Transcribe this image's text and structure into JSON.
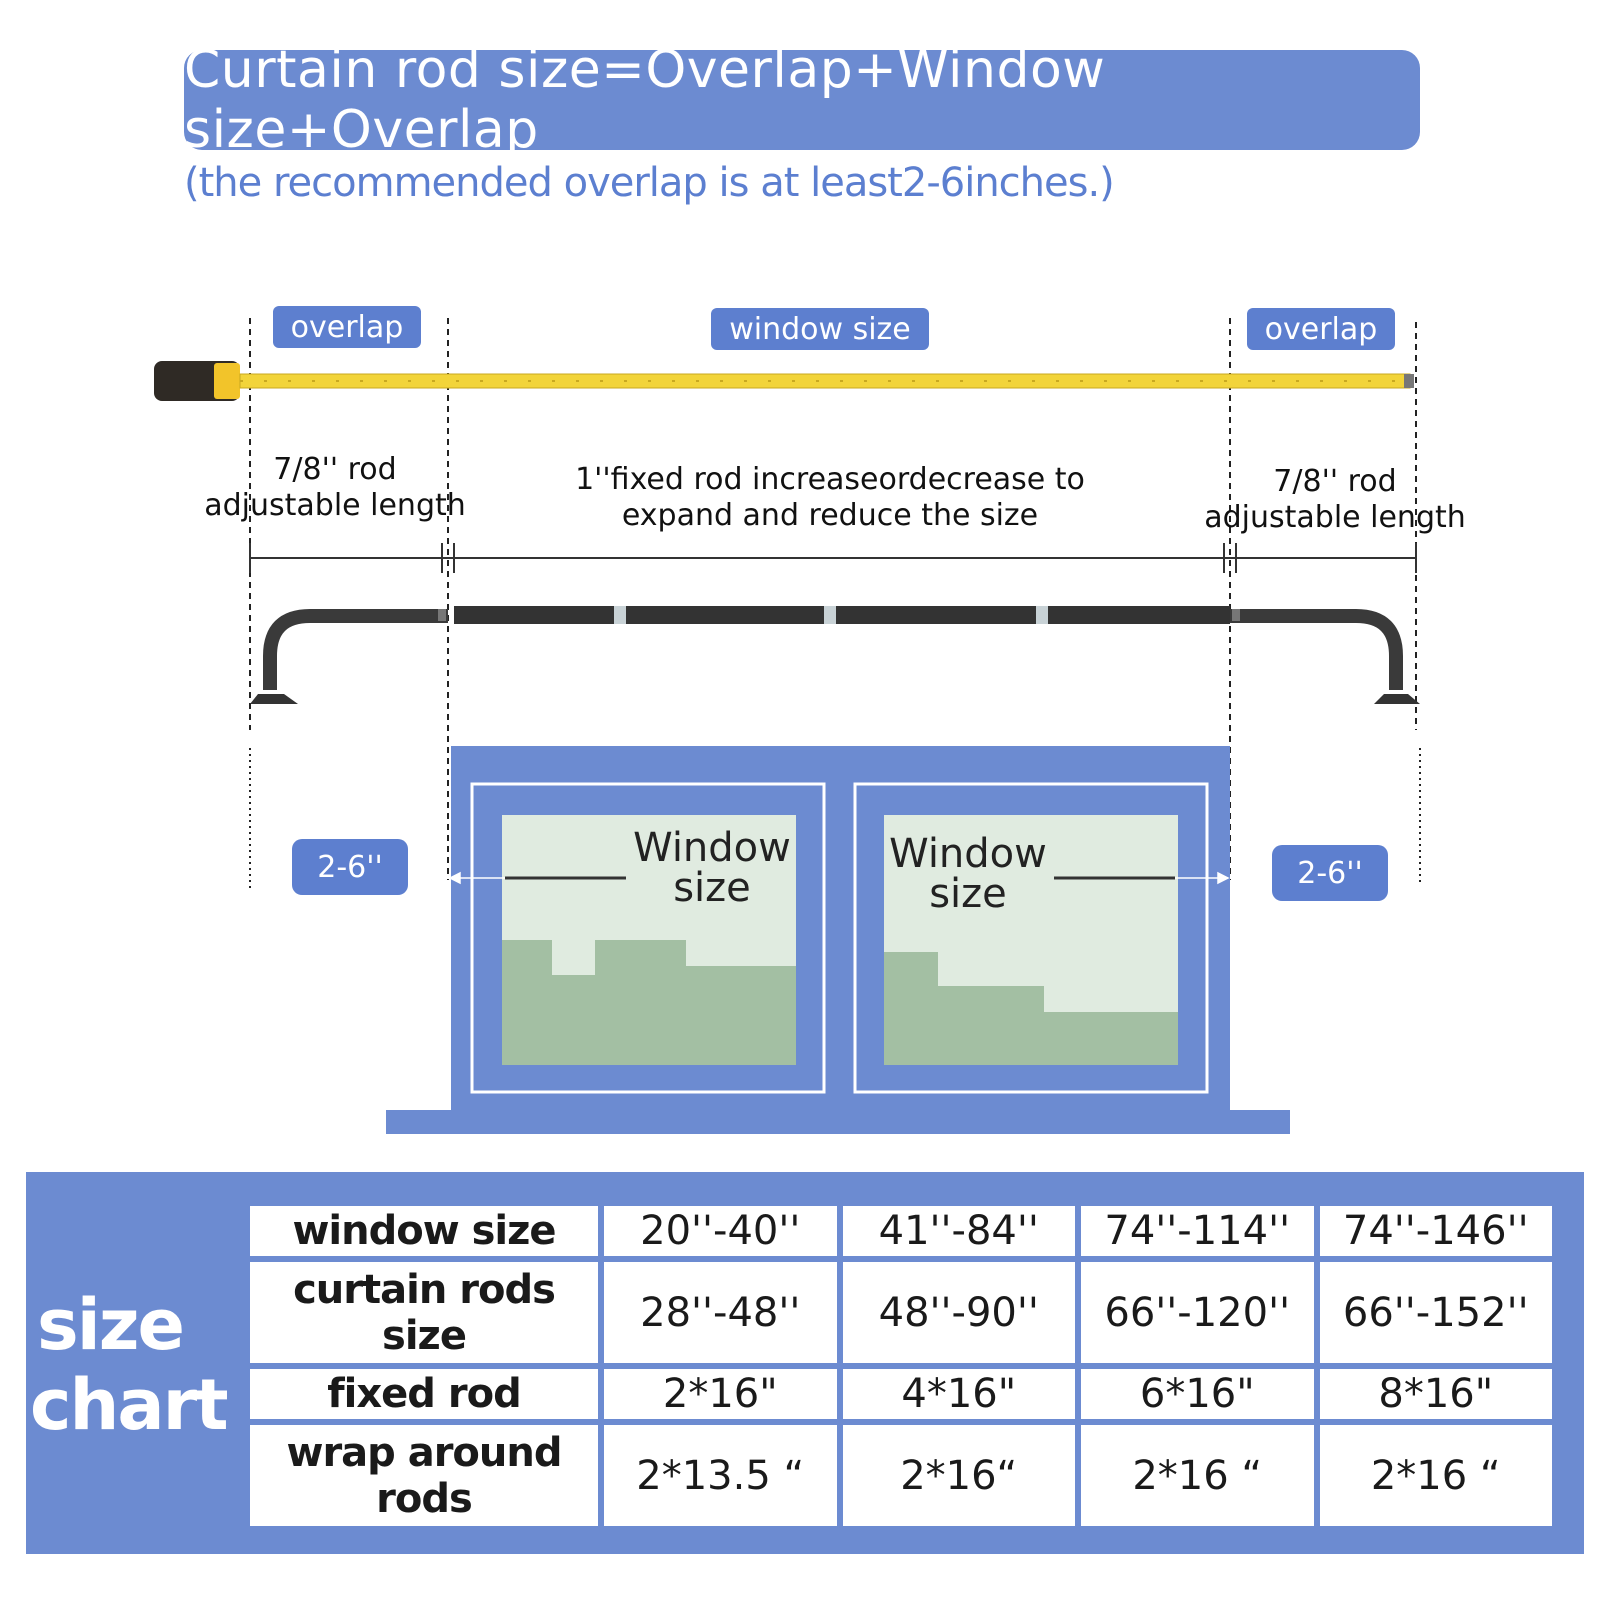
{
  "header": {
    "title": "Curtain rod size=Overlap+Window size+Overlap",
    "subtitle": "(the recommended overlap is at least2-6inches.)"
  },
  "diagram": {
    "tags": {
      "left_overlap": "overlap",
      "window_size": "window size",
      "right_overlap": "overlap"
    },
    "left_note": [
      "7/8'' rod",
      "adjustable length"
    ],
    "center_note": [
      "1''fixed rod increaseordecrease to",
      "expand and reduce the size"
    ],
    "right_note": [
      "7/8'' rod",
      "adjustable length"
    ],
    "left_badge": "2-6''",
    "right_badge": "2-6''",
    "window_label_left": [
      "Window",
      "size"
    ],
    "window_label_right": [
      "Window",
      "size"
    ],
    "colors": {
      "accent": "#6c8bd1",
      "tape": "#f2d43a",
      "glass": "#e0ebe0",
      "hills": "#a3bfa3",
      "rod": "#3a3a3a"
    }
  },
  "size_chart": {
    "title": [
      "size",
      "chart"
    ],
    "rows": [
      {
        "label": "window size",
        "values": [
          "20''-40''",
          "41''-84''",
          "74''-114''",
          "74''-146''"
        ]
      },
      {
        "label": "curtain rods size",
        "values": [
          "28''-48''",
          "48''-90''",
          "66''-120''",
          "66''-152''"
        ]
      },
      {
        "label": "fixed rod",
        "values": [
          "2*16\"",
          "4*16\"",
          "6*16\"",
          "8*16\""
        ]
      },
      {
        "label": "wrap around rods",
        "values": [
          "2*13.5 “",
          "2*16“",
          "2*16 “",
          "2*16 “"
        ]
      }
    ]
  }
}
